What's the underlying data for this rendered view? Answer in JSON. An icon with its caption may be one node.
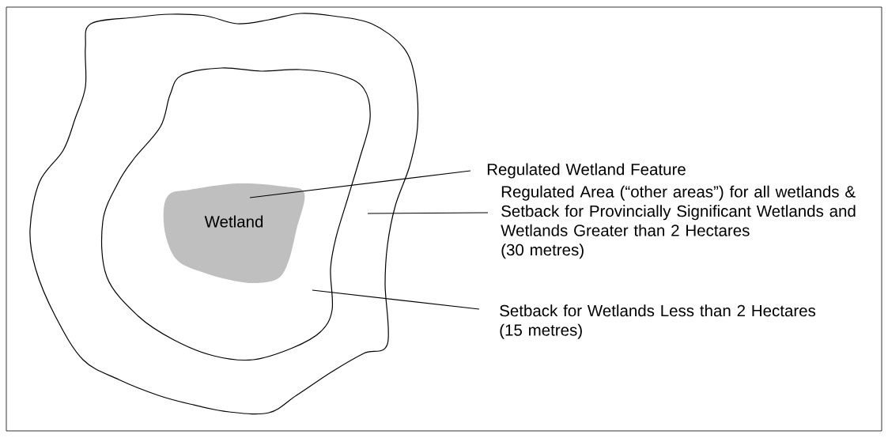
{
  "diagram": {
    "nodes": [
      {
        "text": [],
        "shape": "blob"
      },
      {
        "text": [],
        "shape": "blob",
        "in": 0
      },
      {
        "text": [
          "Wetland"
        ],
        "in": 1
      },
      {
        "text": [
          "Regulated Wetland Feature"
        ]
      },
      {
        "text": [
          "Regulated Area (“other areas”) for all wetlands & Setback for Provincially Significant Wetlands and Wetlands Greater than 2 Hectares",
          "(30 metres)"
        ]
      },
      {
        "text": [
          "Setback for Wetlands Less than 2 Hectares",
          "(15 metres)"
        ]
      }
    ],
    "edges": [
      {
        "from": 3,
        "to": 2,
        "arrow": "none"
      },
      {
        "from": 4,
        "to": 0,
        "arrow": "none"
      },
      {
        "from": 5,
        "to": 1,
        "arrow": "none"
      }
    ]
  }
}
